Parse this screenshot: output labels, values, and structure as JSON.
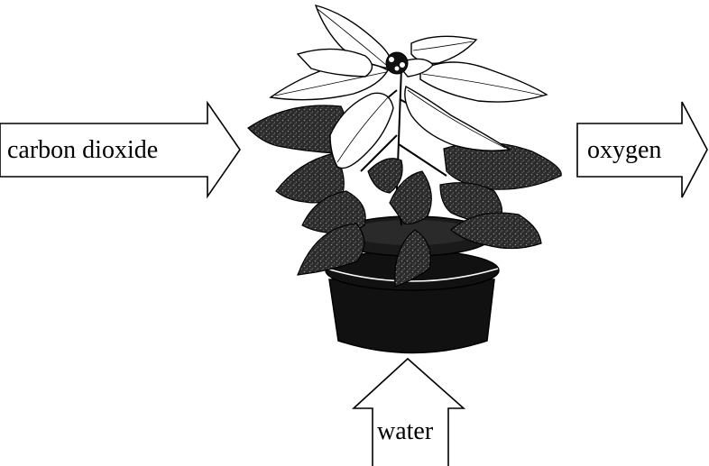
{
  "arrows": {
    "input_gas": {
      "label": "carbon dioxide",
      "direction": "right"
    },
    "output_gas": {
      "label": "oxygen",
      "direction": "right"
    },
    "input_liquid": {
      "label": "water",
      "direction": "up"
    }
  },
  "colors": {
    "line": "#000000",
    "background": "#ffffff",
    "dark_leaf": "#3a3a3a",
    "pot": "#111111"
  },
  "icons": {
    "plant": "potted-plant-icon"
  }
}
